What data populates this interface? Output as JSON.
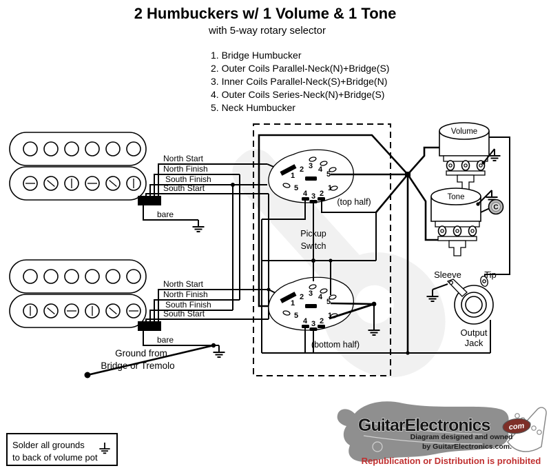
{
  "title": {
    "main": "2 Humbuckers w/ 1 Volume & 1 Tone",
    "sub": "with 5-way rotary selector"
  },
  "positions": [
    "1. Bridge Humbucker",
    "2. Outer Coils Parallel-Neck(N)+Bridge(S)",
    "3. Inner Coils Parallel-Neck(S)+Bridge(N)",
    "4. Outer Coils Series-Neck(N)+Bridge(S)",
    "5. Neck Humbucker"
  ],
  "wire_labels": {
    "north_start": "North Start",
    "north_finish": "North Finish",
    "south_finish": "South Finish",
    "south_start": "South Start",
    "bare": "bare"
  },
  "switch": {
    "name_line1": "Pickup",
    "name_line2": "Switch",
    "top_caption": "(top half)",
    "bottom_caption": "(bottom half)",
    "upper_numbers": [
      "1",
      "2",
      "3",
      "4",
      "5"
    ],
    "lower_numbers": [
      "5",
      "4",
      "3",
      "2",
      "1"
    ]
  },
  "pots": {
    "volume": "Volume",
    "tone": "Tone",
    "capacitor": "C"
  },
  "jack": {
    "sleeve": "Sleeve",
    "tip": "Tip",
    "name_line1": "Output",
    "name_line2": "Jack"
  },
  "tremolo_ground": {
    "line1": "Ground from",
    "line2": "Bridge or Tremolo"
  },
  "note": {
    "line1": "Solder all grounds",
    "line2": "to back of volume pot"
  },
  "logo": {
    "brand": "GuitarElectronics",
    "tld": "com",
    "credit1": "Diagram designed and owned",
    "credit2": "by GuitarElectronics.com.",
    "warning": "Republication or Distribution is prohibited"
  },
  "colors": {
    "wire": "#000000",
    "logo_gray": "#8f8f8f",
    "warning_red": "#c03030",
    "cap_gray": "#b8b8b8"
  }
}
